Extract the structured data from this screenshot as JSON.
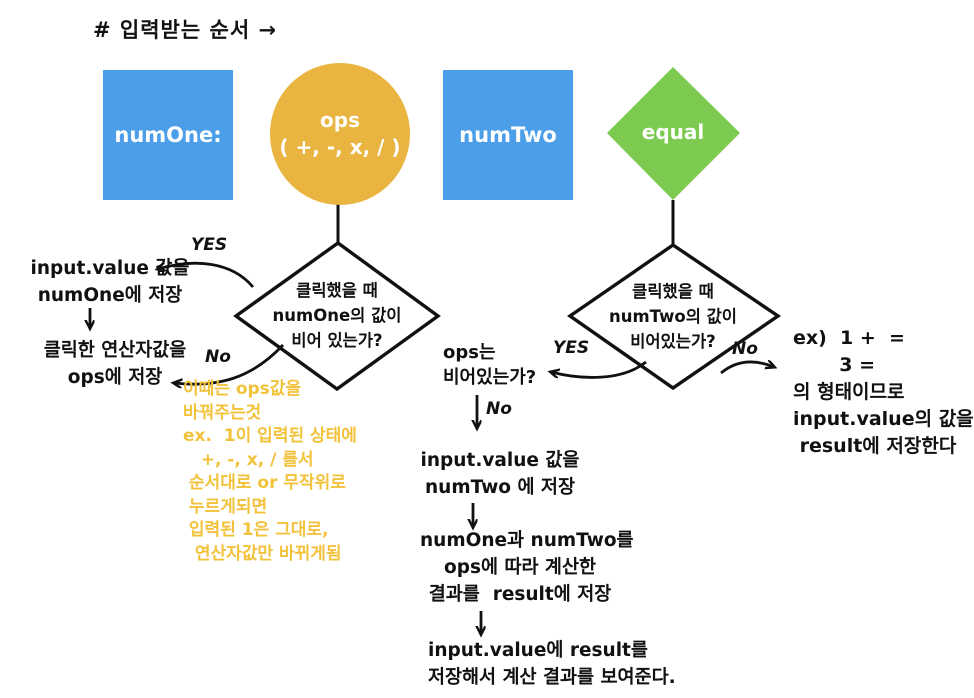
{
  "title": "# 입력받는 순서 →",
  "colors": {
    "box_blue": "#4C9EE8",
    "circle_orange": "#E9B440",
    "diamond_green": "#7CCB50",
    "note_yellow": "#F2C23B",
    "ink_black": "#111111"
  },
  "shapes": {
    "num_one": {
      "label": "numOne:"
    },
    "ops": {
      "line1": "ops",
      "line2": "( +, -, x, / )"
    },
    "num_two": {
      "label": "numTwo"
    },
    "equal": {
      "label": "equal"
    }
  },
  "left_flow": {
    "diamond": {
      "0": "클릭했을 때",
      "1": "numOne의 값이",
      "2": "비어 있는가?"
    },
    "yes_label": "YES",
    "no_label": "No",
    "yes_step1": {
      "0": "input.value 값을",
      "1": "numOne에 저장"
    },
    "yes_step2": {
      "0": "클릭한 연산자값을",
      "1": "ops에 저장"
    },
    "no_note": {
      "0": "이때는 ops값을",
      "1": "바꿔주는것",
      "2": "ex.  1이 입력된 상태에",
      "3": "   +, -, x, / 를서",
      "4": " 순서대로 or 무작위로",
      "5": " 누르게되면",
      "6": " 입력된 1은 그대로,",
      "7": "  연산자값만 바뀌게됨"
    }
  },
  "right_flow": {
    "diamond": {
      "0": "클릭했을 때",
      "1": "numTwo의 값이",
      "2": "비어있는가?"
    },
    "yes_label": "YES",
    "no_label": "No",
    "no_note": {
      "0": "ex)  1 +  =",
      "1": "       3 =",
      "2": "의 형태이므로",
      "3": "input.value의 값을",
      "4": " result에 저장한다"
    }
  },
  "middle_flow": {
    "question": {
      "0": "ops는",
      "1": "비어있는가?"
    },
    "no_label": "No",
    "step1": {
      "0": "input.value 값을",
      "1": "numTwo 에 저장"
    },
    "step2": {
      "0": "numOne과 numTwo를",
      "1": "ops에 따라 계산한",
      "2": "결과를  result에 저장"
    },
    "step3": {
      "0": "input.value에 result를",
      "1": "저장해서 계산 결과를 보여준다."
    }
  }
}
